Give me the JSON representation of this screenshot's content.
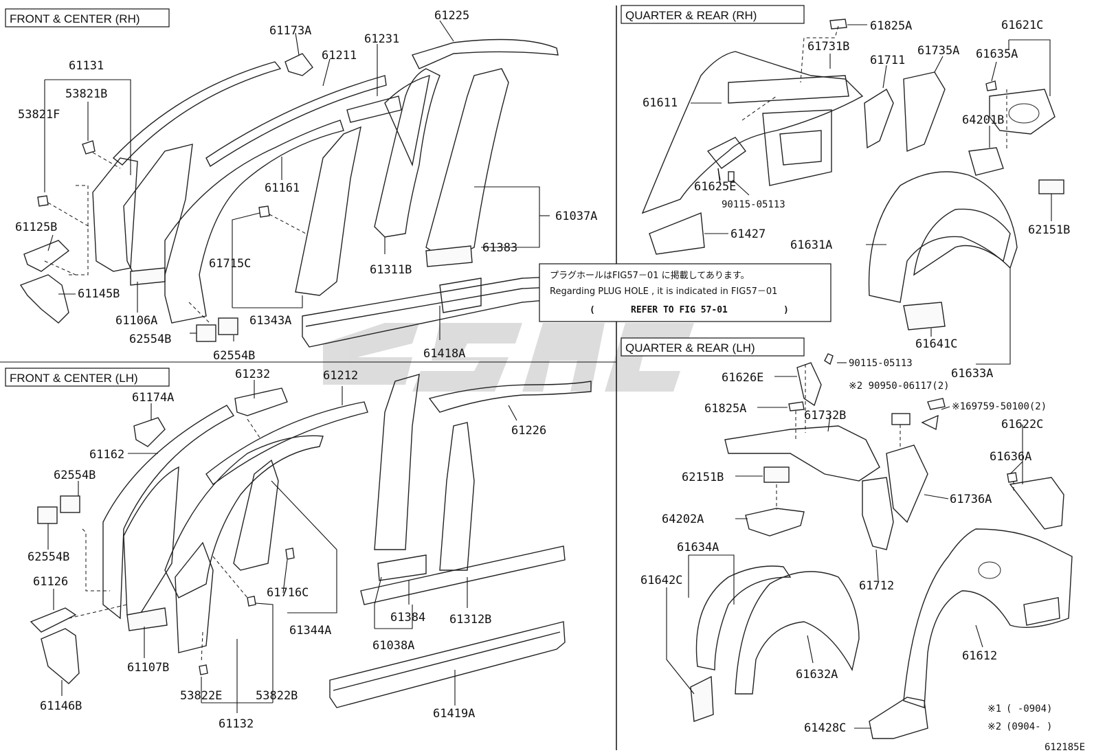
{
  "sections": {
    "front_rh": "FRONT & CENTER (RH)",
    "front_lh": "FRONT & CENTER (LH)",
    "quarter_rh": "QUARTER  & REAR (RH)",
    "quarter_lh": "QUARTER  & REAR (LH)"
  },
  "note": {
    "line1": "プラグホールはFIG57－01 に掲載してあります。",
    "line2": "Regarding PLUG HOLE , it is indicated in FIG57－01",
    "line3_open": "(",
    "line3_text": "REFER TO FIG 57-01",
    "line3_close": ")"
  },
  "legend": {
    "row1_mark": "※1",
    "row1_range": "(      -0904)",
    "row2_mark": "※2",
    "row2_range": "(0904-      )"
  },
  "figure_id": "612185E",
  "parts_front_rh": {
    "p61173A": "61173A",
    "p61225": "61225",
    "p61231": "61231",
    "p61211": "61211",
    "p61131": "61131",
    "p53821B": "53821B",
    "p53821F": "53821F",
    "p61125B": "61125B",
    "p61145B": "61145B",
    "p61106A": "61106A",
    "p61161": "61161",
    "p61715C": "61715C",
    "p62554B_1": "62554B",
    "p62554B_2": "62554B",
    "p61343A": "61343A",
    "p61311B": "61311B",
    "p61383": "61383",
    "p61037A": "61037A",
    "p61418A": "61418A"
  },
  "parts_front_lh": {
    "p61232": "61232",
    "p61212": "61212",
    "p61174A": "61174A",
    "p61226": "61226",
    "p61162": "61162",
    "p62554B_a": "62554B",
    "p62554B_b": "62554B",
    "p61126": "61126",
    "p61716C": "61716C",
    "p61344A": "61344A",
    "p61384": "61384",
    "p61312B": "61312B",
    "p61038A": "61038A",
    "p61107B": "61107B",
    "p61146B": "61146B",
    "p53822E": "53822E",
    "p53822B": "53822B",
    "p61132": "61132",
    "p61419A": "61419A"
  },
  "parts_quarter_rh": {
    "p61825A": "61825A",
    "p61731B": "61731B",
    "p61711": "61711",
    "p61735A": "61735A",
    "p61621C": "61621C",
    "p61635A": "61635A",
    "p61611": "61611",
    "p64201B": "64201B",
    "p61625E": "61625E",
    "p90115_05113": "90115-05113",
    "p61427": "61427",
    "p62151B": "62151B",
    "p61631A": "61631A",
    "p61641C": "61641C",
    "p61633A": "61633A"
  },
  "parts_quarter_lh": {
    "p90115_05113": "90115-05113",
    "p61626E": "61626E",
    "p90950": "※2 90950-06117(2)",
    "p61825A": "61825A",
    "p169759": "※169759-50100(2)",
    "p61732B": "61732B",
    "p61622C": "61622C",
    "p61636A": "61636A",
    "p62151B": "62151B",
    "p61736A": "61736A",
    "p64202A": "64202A",
    "p61634A": "61634A",
    "p61642C": "61642C",
    "p61712": "61712",
    "p61612": "61612",
    "p61632A": "61632A",
    "p61428C": "61428C"
  },
  "watermark": "ESAC"
}
